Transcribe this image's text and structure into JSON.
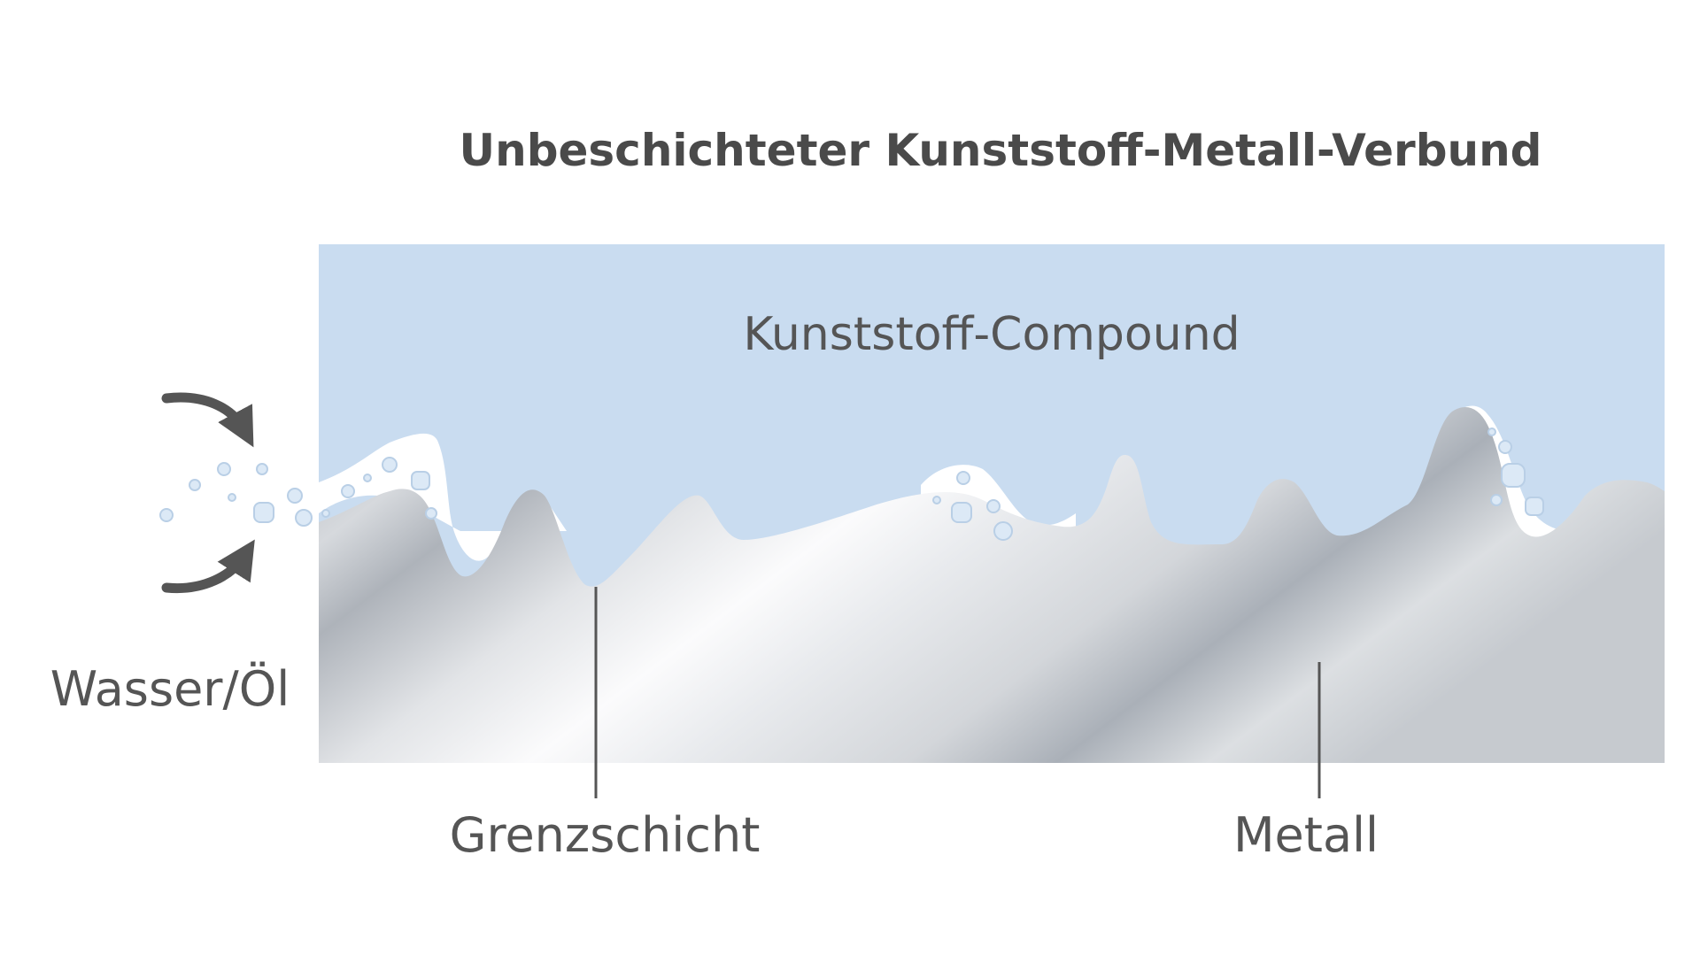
{
  "title": "Unbeschichteter Kunststoff-Metall-Verbund",
  "labels": {
    "compound": "Kunststoff-Compound",
    "water_oil": "Wasser/Öl",
    "boundary": "Grenzschicht",
    "metal": "Metall"
  },
  "colors": {
    "compound": "#c9dcf0",
    "metal_light": "#f7f8fa",
    "metal_dark": "#a9afb8",
    "text": "#555555",
    "arrow": "#555555"
  }
}
